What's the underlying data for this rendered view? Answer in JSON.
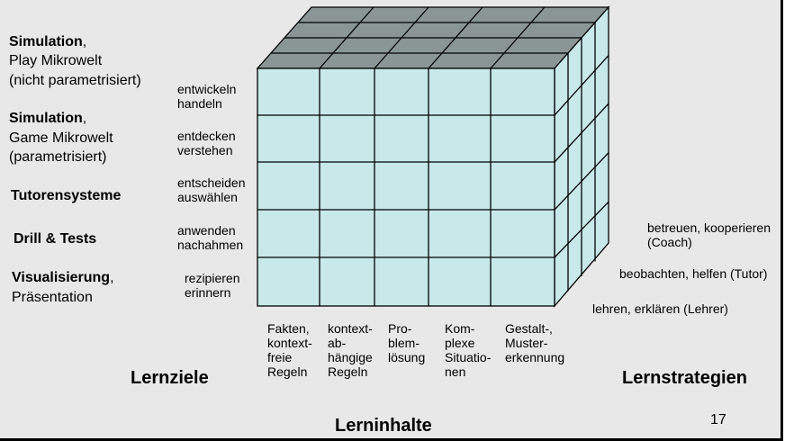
{
  "colors": {
    "front": "#c8e8ea",
    "top": "#8a9696",
    "side": "#c8e8ea",
    "background": "#e8e8e8",
    "line": "#000000"
  },
  "rows": [
    {
      "type_bold": "Simulation",
      "type_rest": ",",
      "type_line2": "Play Mikrowelt",
      "type_line3": "(nicht parametrisiert)",
      "goal1": "entwickeln",
      "goal2": "handeln"
    },
    {
      "type_bold": "Simulation",
      "type_rest": ",",
      "type_line2": "Game Mikrowelt",
      "type_line3": "(parametrisiert)",
      "goal1": "entdecken",
      "goal2": "verstehen"
    },
    {
      "type_bold": "Tutorensysteme",
      "type_rest": "",
      "type_line2": "",
      "type_line3": "",
      "goal1": "entscheiden",
      "goal2": "auswählen"
    },
    {
      "type_bold": "Drill & Tests",
      "type_rest": "",
      "type_line2": "",
      "type_line3": "",
      "goal1": "anwenden",
      "goal2": "nachahmen"
    },
    {
      "type_bold": "Visualisierung",
      "type_rest": ",",
      "type_line2": "Präsentation",
      "type_line3": "",
      "goal1": "rezipieren",
      "goal2": "erinnern"
    }
  ],
  "columns": [
    {
      "l1": "Fakten,",
      "l2": "kontext-",
      "l3": "freie",
      "l4": "Regeln"
    },
    {
      "l1": "kontext-",
      "l2": "ab-",
      "l3": "hängige",
      "l4": "Regeln"
    },
    {
      "l1": "Pro-",
      "l2": "blem-",
      "l3": "lösung",
      "l4": ""
    },
    {
      "l1": "Kom-",
      "l2": "plexe",
      "l3": "Situatio-",
      "l4": "nen"
    },
    {
      "l1": "Gestalt-,",
      "l2": "Muster-",
      "l3": "erkennung",
      "l4": ""
    }
  ],
  "strategies": [
    {
      "l1": "betreuen, kooperieren",
      "l2": "(Coach)"
    },
    {
      "l1": "beobachten, helfen (Tutor)",
      "l2": ""
    },
    {
      "l1": "lehren, erklären (Lehrer)",
      "l2": ""
    }
  ],
  "axes": {
    "goals": "Lernziele",
    "content": "Lerninhalte",
    "strategies": "Lernstrategien"
  },
  "page_number": "17"
}
